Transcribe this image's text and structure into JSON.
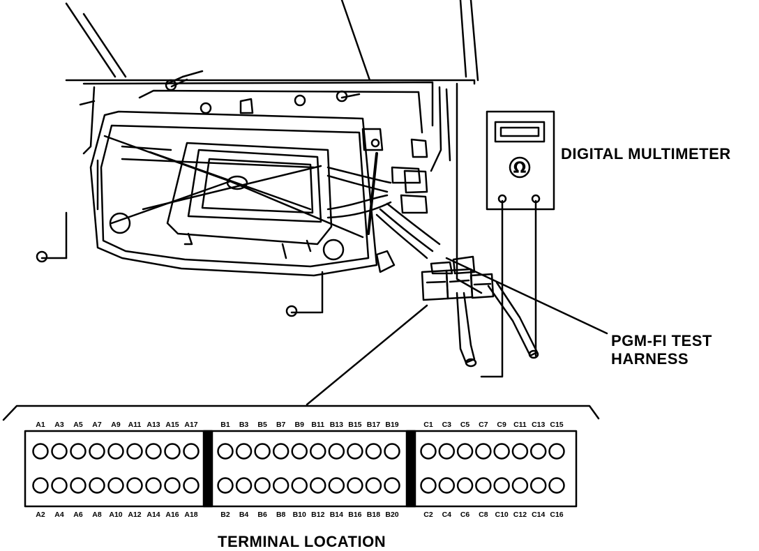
{
  "labels": {
    "multimeter": "DIGITAL MULTIMETER",
    "harness_line1": "PGM-FI TEST",
    "harness_line2": "HARNESS",
    "terminal_location": "TERMINAL LOCATION",
    "ohm_symbol": "Ω"
  },
  "connectors": [
    {
      "top_pins": [
        "A1",
        "A3",
        "A5",
        "A7",
        "A9",
        "A11",
        "A13",
        "A15",
        "A17"
      ],
      "bottom_pins": [
        "A2",
        "A4",
        "A6",
        "A8",
        "A10",
        "A12",
        "A14",
        "A16",
        "A18"
      ]
    },
    {
      "top_pins": [
        "B1",
        "B3",
        "B5",
        "B7",
        "B9",
        "B11",
        "B13",
        "B15",
        "B17",
        "B19"
      ],
      "bottom_pins": [
        "B2",
        "B4",
        "B6",
        "B8",
        "B10",
        "B12",
        "B14",
        "B16",
        "B18",
        "B20"
      ]
    },
    {
      "top_pins": [
        "C1",
        "C3",
        "C5",
        "C7",
        "C9",
        "C11",
        "C13",
        "C15"
      ],
      "bottom_pins": [
        "C2",
        "C4",
        "C6",
        "C8",
        "C10",
        "C12",
        "C14",
        "C16"
      ]
    }
  ]
}
